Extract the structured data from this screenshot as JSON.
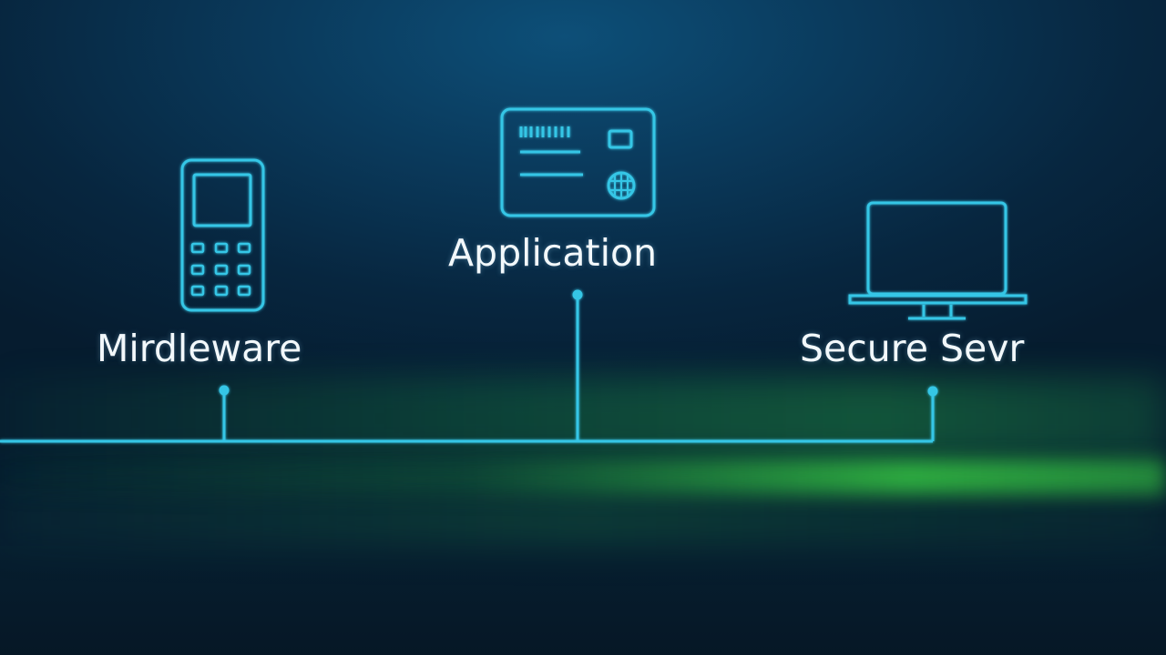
{
  "nodes": [
    {
      "label": "Mirdleware",
      "icon": "mobile-phone-icon"
    },
    {
      "label": "Application",
      "icon": "id-card-icon"
    },
    {
      "label": "Secure Sevr",
      "icon": "laptop-icon"
    }
  ],
  "colors": {
    "line": "#35c6e6",
    "background": "#0a3450",
    "glow": "#3fd86a",
    "text": "#f2f8fb"
  }
}
